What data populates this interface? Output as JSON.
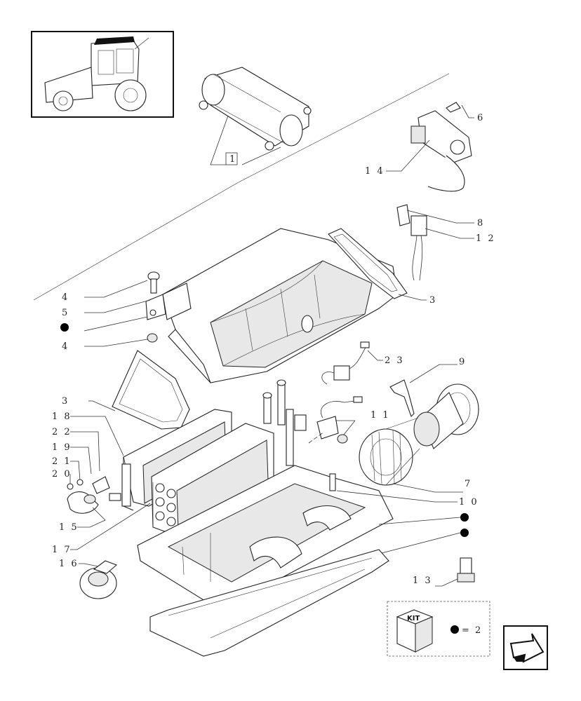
{
  "callouts": {
    "c1": "1",
    "c6": "6",
    "c14": "1 4",
    "c8": "8",
    "c12": "1 2",
    "c3a": "3",
    "c4a": "4",
    "c5": "5",
    "c4b": "4",
    "c23": "2 3",
    "c9": "9",
    "c3b": "3",
    "c18": "1 8",
    "c22": "2 2",
    "c11": "1 1",
    "c19": "1 9",
    "c21": "2 1",
    "c20": "2 0",
    "c7": "7",
    "c10": "1 0",
    "c15": "1 5",
    "c17": "1 7",
    "c16": "1 6",
    "c13": "1 3"
  },
  "kit": {
    "label": "KIT",
    "equals": "= 2"
  },
  "icons": {
    "thumbnail": "tractor-thumbnail-icon",
    "nav": "next-page-arrow-icon"
  },
  "colors": {
    "line": "#222222",
    "bullet": "#000000"
  }
}
